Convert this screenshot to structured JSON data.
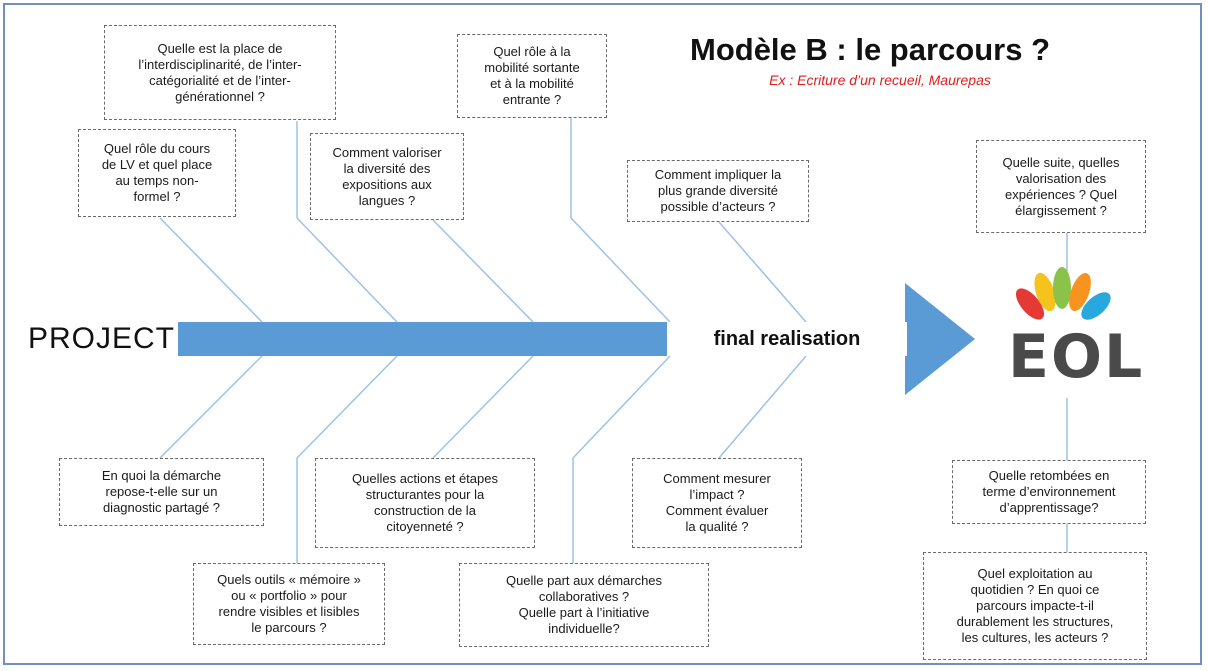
{
  "title": "Modèle B : le parcours ?",
  "subtitle": "Ex : Ecriture d’un recueil, Maurepas",
  "spine": {
    "start_label": "PROJECT",
    "end_label": "final realisation"
  },
  "logo": {
    "text": "EOL",
    "petal_colors": [
      "#e53935",
      "#f6c21c",
      "#8bc34a",
      "#f7941d",
      "#29a8e0"
    ]
  },
  "colors": {
    "spine": "#5b9bd5",
    "branch": "#9cc3e6",
    "border": "#6f8fc4"
  },
  "questions_top": [
    {
      "id": "q1",
      "text": "Quel rôle du cours\nde LV et quel place\nau temps non-\nformel ?"
    },
    {
      "id": "q2",
      "text": "Quelle est la place de\nl’interdisciplinarité, de l’inter-\ncatégorialité et de l’inter-\ngénérationnel ?"
    },
    {
      "id": "q3",
      "text": "Comment valoriser\nla diversité des\nexpositions aux\nlangues ?"
    },
    {
      "id": "q4",
      "text": "Quel rôle à la\nmobilité sortante\net à la mobilité\nentrante ?"
    },
    {
      "id": "q5",
      "text": "Comment impliquer la\nplus grande diversité\npossible d’acteurs ?"
    },
    {
      "id": "q6",
      "text": "Quelle suite, quelles\nvalorisation des\nexpériences ? Quel\nélargissement ?"
    }
  ],
  "questions_bottom": [
    {
      "id": "q7",
      "text": "En quoi la démarche\nrepose-t-elle sur un\ndiagnostic partagé ?"
    },
    {
      "id": "q8",
      "text": "Quels outils « mémoire »\nou « portfolio » pour\nrendre visibles et lisibles\nle parcours ?"
    },
    {
      "id": "q9",
      "text": "Quelles actions et étapes\nstructurantes pour la\nconstruction de la\ncitoyenneté ?"
    },
    {
      "id": "q10",
      "text": "Quelle part aux démarches\ncollaboratives ?\nQuelle part à l’initiative\nindividuelle?"
    },
    {
      "id": "q11",
      "text": "Comment mesurer\nl’impact ?\nComment évaluer\nla qualité ?"
    },
    {
      "id": "q12",
      "text": "Quelle retombées en\nterme d’environnement\nd’apprentissage?"
    },
    {
      "id": "q13",
      "text": "Quel exploitation au\nquotidien ? En quoi ce\nparcours impacte-t-il\ndurablement les structures,\nles cultures, les acteurs ?"
    }
  ]
}
